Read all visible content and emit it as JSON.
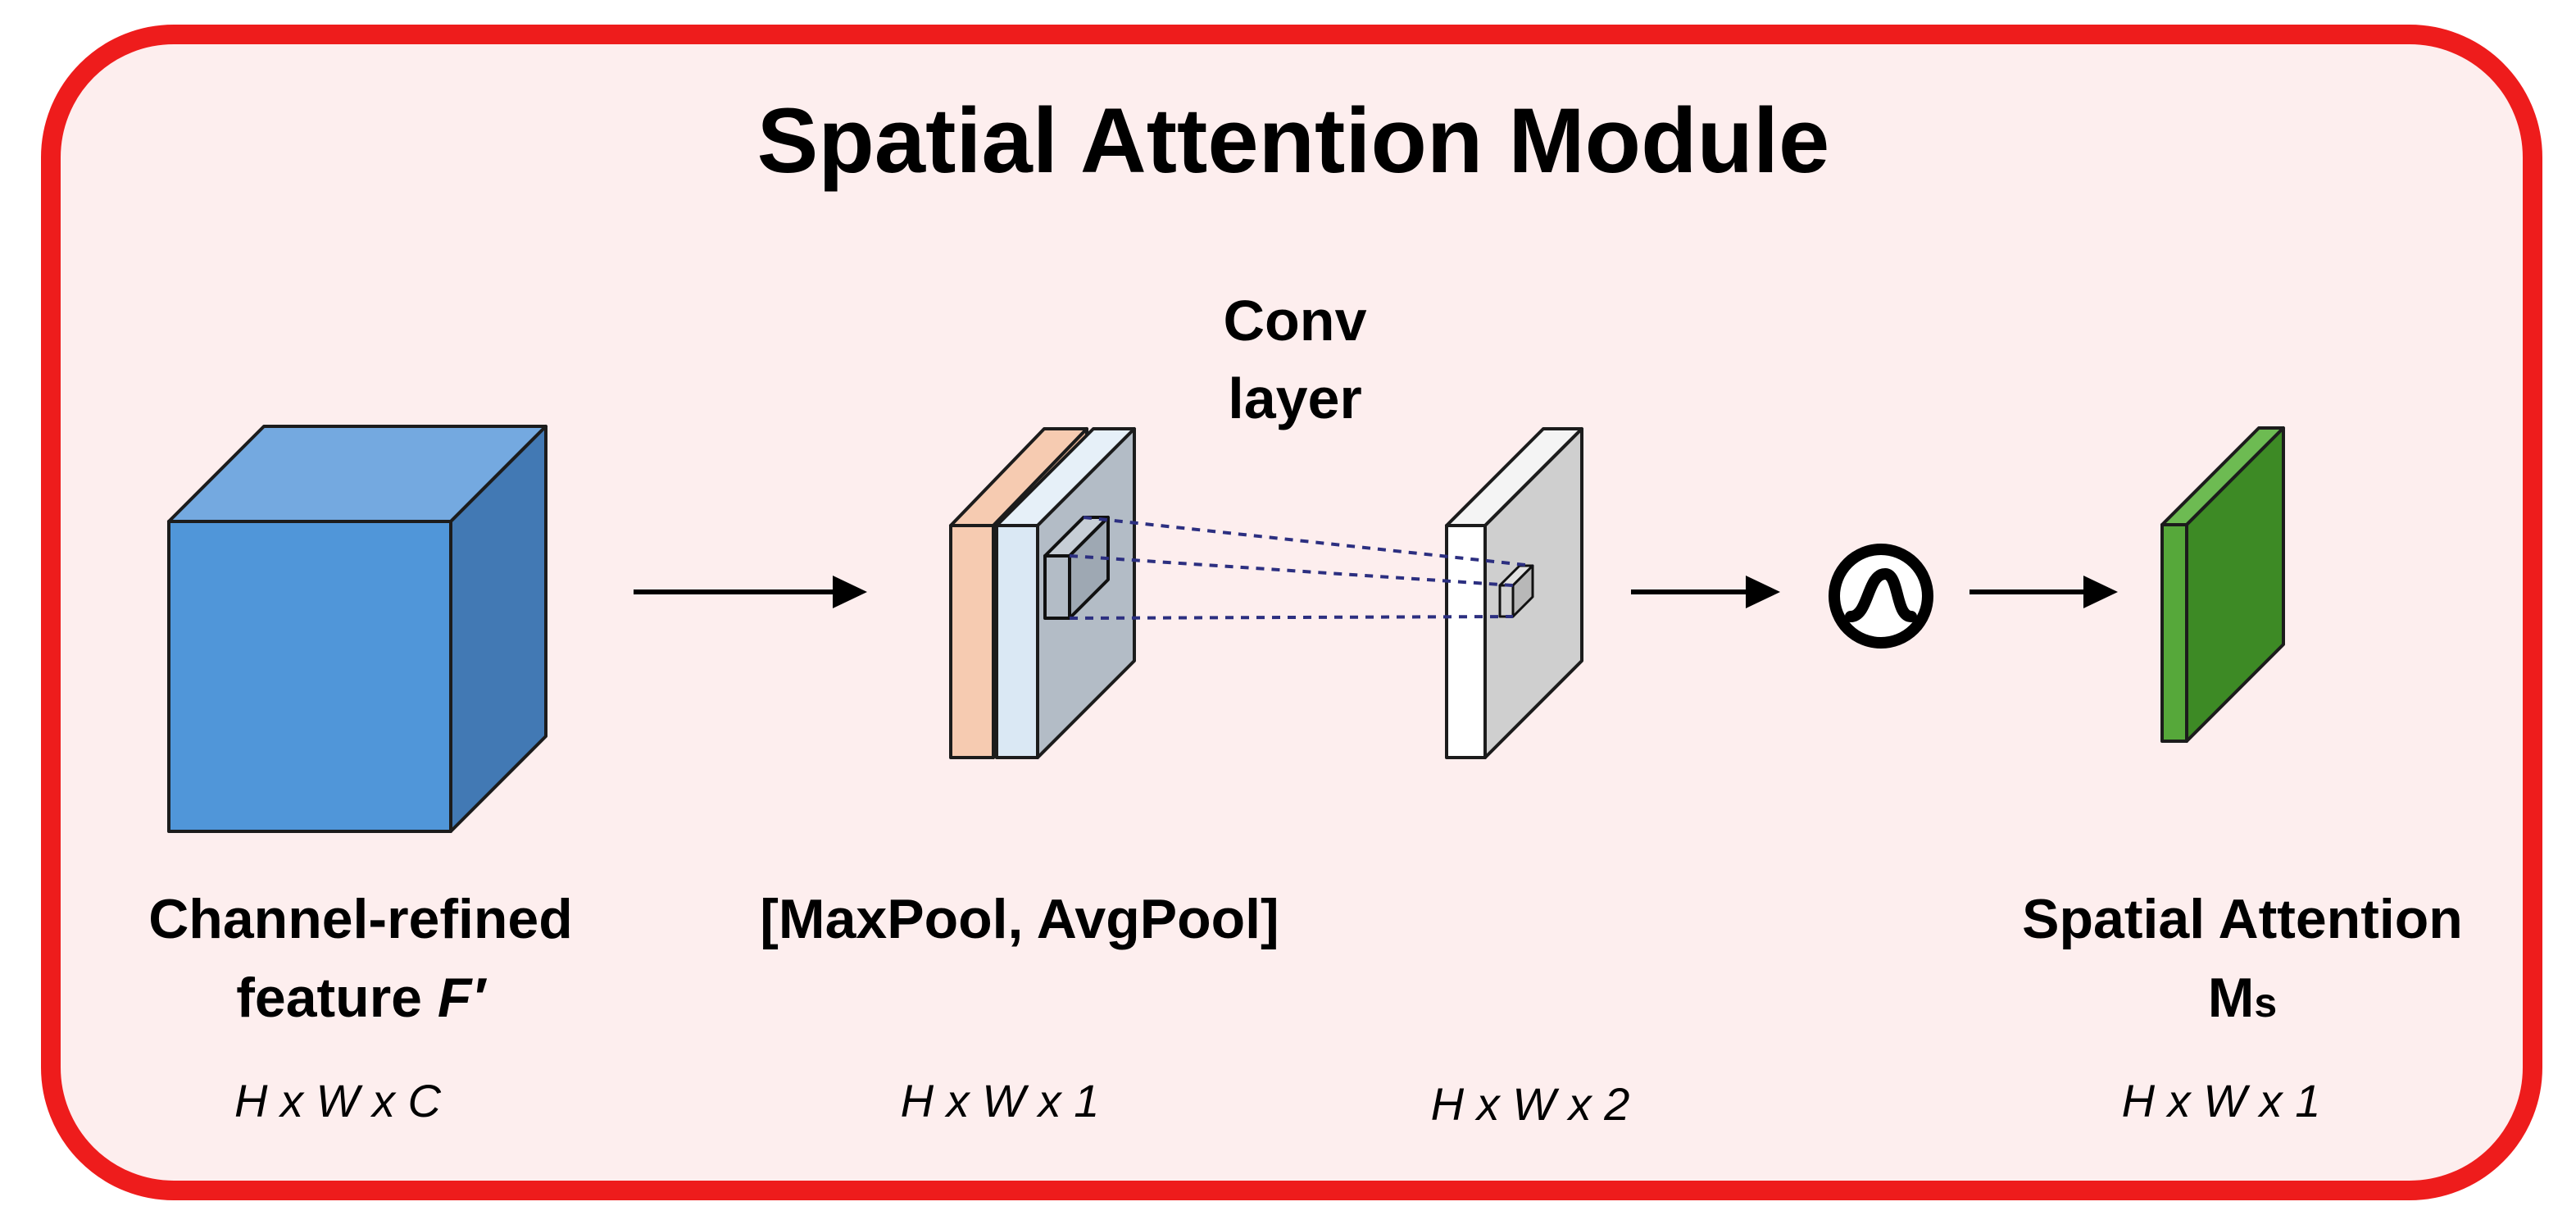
{
  "title": "Spatial Attention Module",
  "conv_label": [
    "Conv",
    "layer"
  ],
  "stages": [
    {
      "label_line1": "Channel-refined",
      "label_line2_prefix": "feature ",
      "label_line2_italic": "F′",
      "dims": "H x W x C"
    },
    {
      "label_line1": "[MaxPool, AvgPool]",
      "dims": "H x W x 1"
    },
    {
      "dims": "H x W x 2"
    },
    {
      "label_line1": "Spatial Attention",
      "label_line2_main": "M",
      "label_line2_sub": "s",
      "dims": "H x W x 1"
    }
  ],
  "icons": {
    "sigmoid": "sigmoid-icon"
  },
  "colors": {
    "frame_border": "#ee1c1c",
    "frame_fill": "#fdeeee",
    "cube_front": "#5096d9",
    "cube_top": "#74a9e0",
    "cube_side": "#4279b4",
    "maxpool_slab": "#f6cbb1",
    "avgpool_slab": "#dae8f4",
    "gray_face": "#b3bcc6",
    "conv_slab_front": "#ffffff",
    "conv_slab_face": "#cfcfcf",
    "attention_front": "#56a83a",
    "attention_side": "#3d8a25",
    "dashed_line": "#2c2f80"
  }
}
